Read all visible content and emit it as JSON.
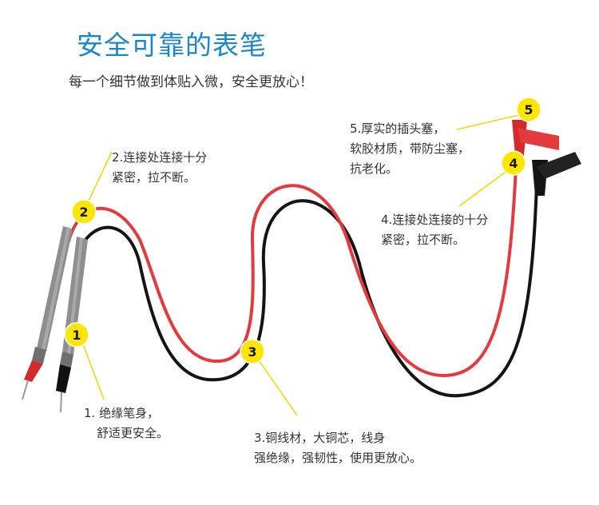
{
  "header": {
    "title": "安全可靠的表笔",
    "subtitle": "每一个细节做到体贴入微，安全更放心！"
  },
  "colors": {
    "title": "#1b86c9",
    "red_lead": "#e23a3d",
    "black_lead": "#141414",
    "badge_fill": "#ffe600",
    "callout_line": "#f2d600",
    "probe_grey": "#8e8e8e"
  },
  "annotations": [
    {
      "number": "1",
      "lines": [
        "1. 绝缘笔身，",
        "舒适更安全。"
      ]
    },
    {
      "number": "2",
      "lines": [
        "2.连接处连接十分",
        "紧密，拉不断。"
      ]
    },
    {
      "number": "3",
      "lines": [
        "3.铜线材，大铜芯，线身",
        "强绝缘，强韧性，使用更放心。"
      ]
    },
    {
      "number": "4",
      "lines": [
        "4.连接处连接的十分",
        "紧密，拉不断。"
      ]
    },
    {
      "number": "5",
      "lines": [
        "5.厚实的插头塞，",
        "软胶材质，带防尘塞，",
        "抗老化。"
      ]
    }
  ]
}
